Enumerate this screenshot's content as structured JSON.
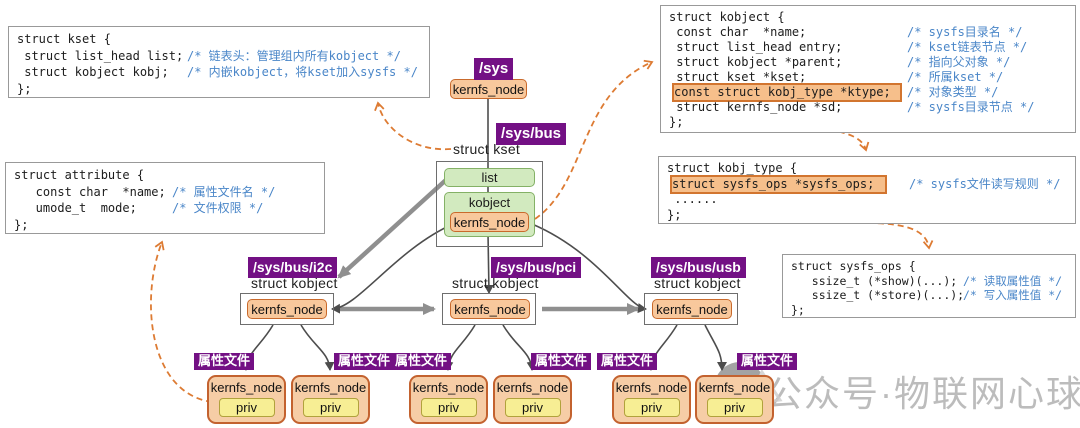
{
  "title": "Linux sysfs / kobject structure diagram",
  "colors": {
    "purple_label": "#731084",
    "orange_fill": "#f8c89c",
    "orange_border": "#c96a2c",
    "green_fill": "#d2eabf",
    "green_border": "#84b166",
    "yellow_fill": "#f7ee94",
    "comment_blue": "#4a86c8",
    "dashed_orange": "#dd7b33",
    "thick_arrow_gray": "#8f8f8f"
  },
  "code": {
    "kset": {
      "l1": "struct kset {",
      "l2c": " struct list_head list;",
      "l2m": "/* 链表头：管理组内所有kobject */",
      "l3c": " struct kobject kobj;",
      "l3m": "/* 内嵌kobject，将kset加入sysfs */",
      "l4": "};"
    },
    "attribute": {
      "l1": "struct attribute {",
      "l2c": "   const char  *name;",
      "l2m": "/* 属性文件名 */",
      "l3c": "   umode_t  mode;",
      "l3m": "/* 文件权限 */",
      "l4": "};"
    },
    "kobject": {
      "l1": "struct kobject {",
      "l2c": " const char  *name;",
      "l2m": "/* sysfs目录名 */",
      "l3c": " struct list_head entry;",
      "l3m": "/* kset链表节点 */",
      "l4c": " struct kobject *parent;",
      "l4m": "/* 指向父对象 */",
      "l5c": " struct kset *kset;",
      "l5m": "/* 所属kset */",
      "l6c": "const struct kobj_type *ktype;",
      "l6m": "/* 对象类型 */",
      "l7c": " struct kernfs_node *sd;",
      "l7m": "/* sysfs目录节点 */",
      "l8": "};"
    },
    "kobj_type": {
      "l1": "struct kobj_type {",
      "l2c": "struct sysfs_ops *sysfs_ops;",
      "l2m": "/* sysfs文件读写规则 */",
      "l3": " ......",
      "l4": "};"
    },
    "sysfs_ops": {
      "l1": "struct sysfs_ops {",
      "l2c": "   ssize_t (*show)(...);",
      "l2m": "/* 读取属性值 */",
      "l3c": "   ssize_t (*store)(...);",
      "l3m": "/* 写入属性值 */",
      "l4": "};"
    }
  },
  "tree": {
    "sys": "/sys",
    "sys_bus": "/sys/bus",
    "kset_caption": "struct kset",
    "kobject_caption": "struct kobject",
    "list": "list",
    "kobject": "kobject",
    "kernfs_node": "kernfs_node",
    "priv": "priv",
    "attr_file": "属性文件",
    "branches": {
      "i2c": "/sys/bus/i2c",
      "pci": "/sys/bus/pci",
      "usb": "/sys/bus/usb"
    }
  },
  "watermark": {
    "text": "公众号·物联网心球"
  }
}
